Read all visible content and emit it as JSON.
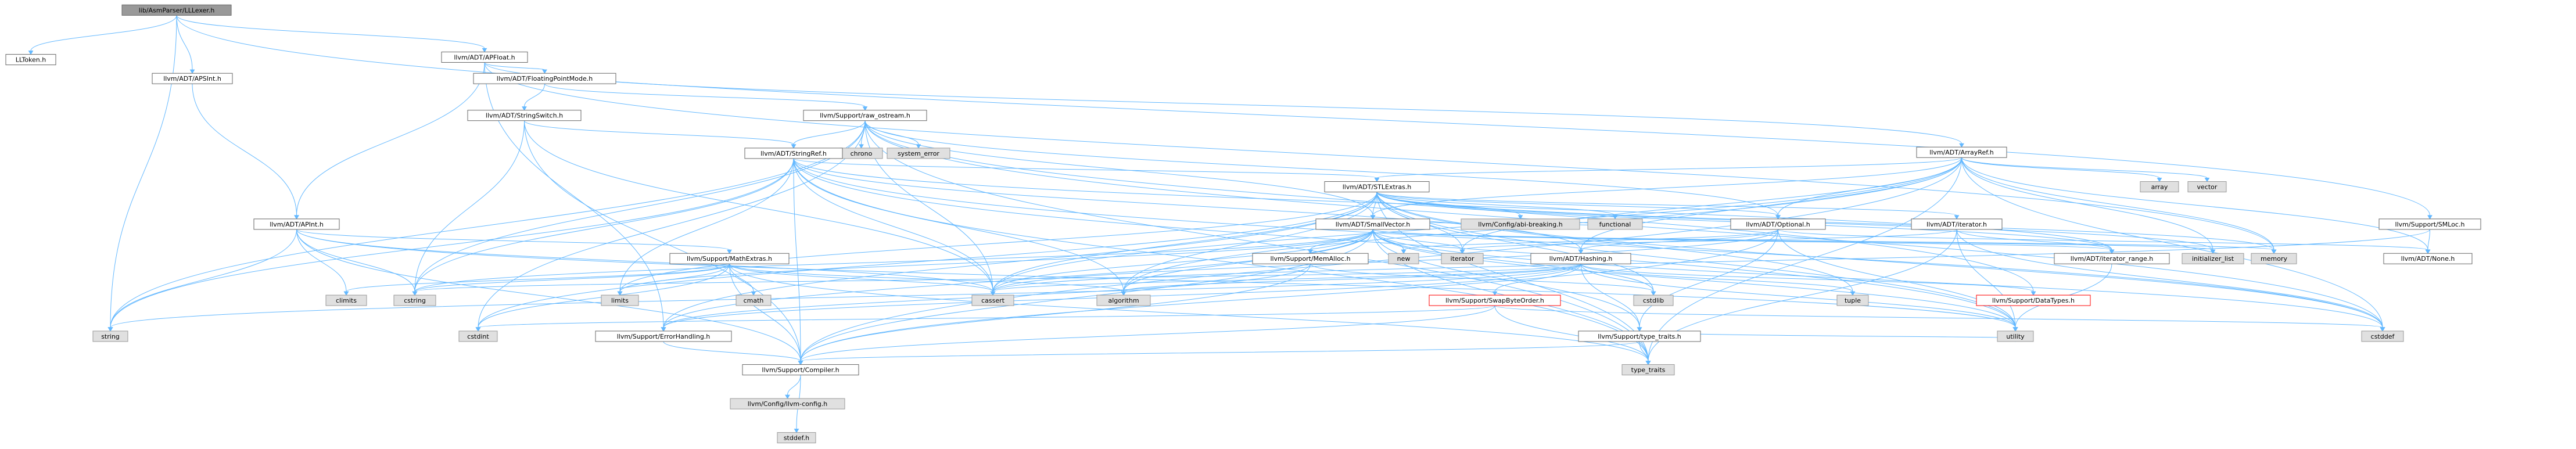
{
  "colors": {
    "edge": "#63b8ff",
    "root_fill": "#999999",
    "root_stroke": "#666666",
    "node_fill": "#ffffff",
    "node_stroke": "#666666",
    "sys_fill": "#e0e0e0",
    "sys_stroke": "#999999",
    "trunc_stroke": "#ff0000"
  },
  "nodes": [
    {
      "id": "root",
      "label": "lib/AsmParser/LLLexer.h",
      "kind": "root"
    },
    {
      "id": "lltoken",
      "label": "LLToken.h",
      "kind": "normal"
    },
    {
      "id": "apsint",
      "label": "llvm/ADT/APSInt.h",
      "kind": "normal"
    },
    {
      "id": "apfloat",
      "label": "llvm/ADT/APFloat.h",
      "kind": "normal"
    },
    {
      "id": "fpmode",
      "label": "llvm/ADT/FloatingPointMode.h",
      "kind": "normal"
    },
    {
      "id": "strswitch",
      "label": "llvm/ADT/StringSwitch.h",
      "kind": "normal"
    },
    {
      "id": "rawos",
      "label": "llvm/Support/raw_ostream.h",
      "kind": "normal"
    },
    {
      "id": "chrono",
      "label": "chrono",
      "kind": "sys"
    },
    {
      "id": "syserr",
      "label": "system_error",
      "kind": "sys"
    },
    {
      "id": "stringref",
      "label": "llvm/ADT/StringRef.h",
      "kind": "normal"
    },
    {
      "id": "arrayref",
      "label": "llvm/ADT/ArrayRef.h",
      "kind": "normal"
    },
    {
      "id": "array",
      "label": "array",
      "kind": "sys"
    },
    {
      "id": "vector",
      "label": "vector",
      "kind": "sys"
    },
    {
      "id": "apint",
      "label": "llvm/ADT/APInt.h",
      "kind": "normal"
    },
    {
      "id": "stlextras",
      "label": "llvm/ADT/STLExtras.h",
      "kind": "normal"
    },
    {
      "id": "abibreak",
      "label": "llvm/Config/abi-breaking.h",
      "kind": "sys"
    },
    {
      "id": "functional",
      "label": "functional",
      "kind": "sys"
    },
    {
      "id": "smallvector",
      "label": "llvm/ADT/SmallVector.h",
      "kind": "normal"
    },
    {
      "id": "optional",
      "label": "llvm/ADT/Optional.h",
      "kind": "normal"
    },
    {
      "id": "iteratorh",
      "label": "llvm/ADT/iterator.h",
      "kind": "normal"
    },
    {
      "id": "smloc",
      "label": "llvm/Support/SMLoc.h",
      "kind": "normal"
    },
    {
      "id": "mathextras",
      "label": "llvm/Support/MathExtras.h",
      "kind": "normal"
    },
    {
      "id": "memalloc",
      "label": "llvm/Support/MemAlloc.h",
      "kind": "normal"
    },
    {
      "id": "hashing",
      "label": "llvm/ADT/Hashing.h",
      "kind": "normal"
    },
    {
      "id": "iterrange",
      "label": "llvm/ADT/iterator_range.h",
      "kind": "normal"
    },
    {
      "id": "none",
      "label": "llvm/ADT/None.h",
      "kind": "normal"
    },
    {
      "id": "climits",
      "label": "climits",
      "kind": "sys"
    },
    {
      "id": "cstring",
      "label": "cstring",
      "kind": "sys"
    },
    {
      "id": "new",
      "label": "new",
      "kind": "sys"
    },
    {
      "id": "iterator",
      "label": "iterator",
      "kind": "sys"
    },
    {
      "id": "initlist",
      "label": "initializer_list",
      "kind": "sys"
    },
    {
      "id": "memory",
      "label": "memory",
      "kind": "sys"
    },
    {
      "id": "limits",
      "label": "limits",
      "kind": "sys"
    },
    {
      "id": "cmath",
      "label": "cmath",
      "kind": "sys"
    },
    {
      "id": "cassert",
      "label": "cassert",
      "kind": "sys"
    },
    {
      "id": "algorithm",
      "label": "algorithm",
      "kind": "sys"
    },
    {
      "id": "cstdlib",
      "label": "cstdlib",
      "kind": "sys"
    },
    {
      "id": "tuple",
      "label": "tuple",
      "kind": "sys"
    },
    {
      "id": "errhandling",
      "label": "llvm/Support/ErrorHandling.h",
      "kind": "normal"
    },
    {
      "id": "swapbyte",
      "label": "llvm/Support/SwapByteOrder.h",
      "kind": "trunc"
    },
    {
      "id": "typetraits",
      "label": "llvm/Support/type_traits.h",
      "kind": "normal"
    },
    {
      "id": "datatypes",
      "label": "llvm/Support/DataTypes.h",
      "kind": "trunc"
    },
    {
      "id": "string",
      "label": "string",
      "kind": "sys"
    },
    {
      "id": "cstdint",
      "label": "cstdint",
      "kind": "sys"
    },
    {
      "id": "compiler",
      "label": "llvm/Support/Compiler.h",
      "kind": "normal"
    },
    {
      "id": "typetraitsstd",
      "label": "type_traits",
      "kind": "sys"
    },
    {
      "id": "utility",
      "label": "utility",
      "kind": "sys"
    },
    {
      "id": "cstddef",
      "label": "cstddef",
      "kind": "sys"
    },
    {
      "id": "llvmconfig",
      "label": "llvm/Config/llvm-config.h",
      "kind": "sys"
    },
    {
      "id": "stddef",
      "label": "stddef.h",
      "kind": "sys"
    }
  ],
  "edges": [
    [
      "root",
      "lltoken"
    ],
    [
      "root",
      "apsint"
    ],
    [
      "root",
      "apfloat"
    ],
    [
      "root",
      "smloc"
    ],
    [
      "root",
      "string"
    ],
    [
      "apsint",
      "apint"
    ],
    [
      "apfloat",
      "apint"
    ],
    [
      "apfloat",
      "fpmode"
    ],
    [
      "apfloat",
      "arrayref"
    ],
    [
      "apfloat",
      "errhandling"
    ],
    [
      "apfloat",
      "memory"
    ],
    [
      "fpmode",
      "strswitch"
    ],
    [
      "fpmode",
      "rawos"
    ],
    [
      "strswitch",
      "stringref"
    ],
    [
      "strswitch",
      "compiler"
    ],
    [
      "strswitch",
      "cassert"
    ],
    [
      "strswitch",
      "cstring"
    ],
    [
      "rawos",
      "stringref"
    ],
    [
      "rawos",
      "datatypes"
    ],
    [
      "rawos",
      "cassert"
    ],
    [
      "rawos",
      "chrono"
    ],
    [
      "rawos",
      "cstddef"
    ],
    [
      "rawos",
      "cstdint"
    ],
    [
      "rawos",
      "cstring"
    ],
    [
      "rawos",
      "string"
    ],
    [
      "rawos",
      "syserr"
    ],
    [
      "rawos",
      "typetraitsstd"
    ],
    [
      "rawos",
      "optional"
    ],
    [
      "rawos",
      "smallvector"
    ],
    [
      "stringref",
      "stlextras"
    ],
    [
      "stringref",
      "compiler"
    ],
    [
      "stringref",
      "algorithm"
    ],
    [
      "stringref",
      "cassert"
    ],
    [
      "stringref",
      "cstddef"
    ],
    [
      "stringref",
      "cstring"
    ],
    [
      "stringref",
      "limits"
    ],
    [
      "stringref",
      "string"
    ],
    [
      "stringref",
      "typetraitsstd"
    ],
    [
      "stringref",
      "utility"
    ],
    [
      "stringref",
      "iterrange"
    ],
    [
      "stringref",
      "hashing"
    ],
    [
      "arrayref",
      "hashing"
    ],
    [
      "arrayref",
      "none"
    ],
    [
      "arrayref",
      "smallvector"
    ],
    [
      "arrayref",
      "stlextras"
    ],
    [
      "arrayref",
      "compiler"
    ],
    [
      "arrayref",
      "algorithm"
    ],
    [
      "arrayref",
      "array"
    ],
    [
      "arrayref",
      "cassert"
    ],
    [
      "arrayref",
      "cstddef"
    ],
    [
      "arrayref",
      "initlist"
    ],
    [
      "arrayref",
      "iterator"
    ],
    [
      "arrayref",
      "memory"
    ],
    [
      "arrayref",
      "typetraitsstd"
    ],
    [
      "arrayref",
      "vector"
    ],
    [
      "arrayref",
      "optional"
    ],
    [
      "apint",
      "compiler"
    ],
    [
      "apint",
      "mathextras"
    ],
    [
      "apint",
      "cassert"
    ],
    [
      "apint",
      "climits"
    ],
    [
      "apint",
      "cstring"
    ],
    [
      "apint",
      "string"
    ],
    [
      "apint",
      "utility"
    ],
    [
      "stlextras",
      "optional"
    ],
    [
      "stlextras",
      "iteratorh"
    ],
    [
      "stlextras",
      "iterrange"
    ],
    [
      "stlextras",
      "abibreak"
    ],
    [
      "stlextras",
      "errhandling"
    ],
    [
      "stlextras",
      "algorithm"
    ],
    [
      "stlextras",
      "cassert"
    ],
    [
      "stlextras",
      "cstddef"
    ],
    [
      "stlextras",
      "cstdint"
    ],
    [
      "stlextras",
      "cstdlib"
    ],
    [
      "stlextras",
      "functional"
    ],
    [
      "stlextras",
      "initlist"
    ],
    [
      "stlextras",
      "iterator"
    ],
    [
      "stlextras",
      "limits"
    ],
    [
      "stlextras",
      "memory"
    ],
    [
      "stlextras",
      "tuple"
    ],
    [
      "stlextras",
      "typetraitsstd"
    ],
    [
      "stlextras",
      "utility"
    ],
    [
      "stlextras",
      "smallvector"
    ],
    [
      "smallvector",
      "compiler"
    ],
    [
      "smallvector",
      "memalloc"
    ],
    [
      "smallvector",
      "typetraits"
    ],
    [
      "smallvector",
      "algorithm"
    ],
    [
      "smallvector",
      "cassert"
    ],
    [
      "smallvector",
      "cstddef"
    ],
    [
      "smallvector",
      "cstdlib"
    ],
    [
      "smallvector",
      "cstring"
    ],
    [
      "smallvector",
      "functional"
    ],
    [
      "smallvector",
      "initlist"
    ],
    [
      "smallvector",
      "iterator"
    ],
    [
      "smallvector",
      "limits"
    ],
    [
      "smallvector",
      "memory"
    ],
    [
      "smallvector",
      "new"
    ],
    [
      "smallvector",
      "typetraitsstd"
    ],
    [
      "smallvector",
      "utility"
    ],
    [
      "smallvector",
      "errhandling"
    ],
    [
      "smallvector",
      "iterrange"
    ],
    [
      "optional",
      "hashing"
    ],
    [
      "optional",
      "none"
    ],
    [
      "optional",
      "compiler"
    ],
    [
      "optional",
      "typetraits"
    ],
    [
      "optional",
      "cassert"
    ],
    [
      "optional",
      "new"
    ],
    [
      "optional",
      "utility"
    ],
    [
      "iteratorh",
      "iterrange"
    ],
    [
      "iteratorh",
      "cstddef"
    ],
    [
      "iteratorh",
      "iterator"
    ],
    [
      "iteratorh",
      "typetraitsstd"
    ],
    [
      "iteratorh",
      "utility"
    ],
    [
      "smloc",
      "none"
    ],
    [
      "smloc",
      "cassert"
    ],
    [
      "mathextras",
      "compiler"
    ],
    [
      "mathextras",
      "algorithm"
    ],
    [
      "mathextras",
      "cassert"
    ],
    [
      "mathextras",
      "climits"
    ],
    [
      "mathextras",
      "cmath"
    ],
    [
      "mathextras",
      "cstdint"
    ],
    [
      "mathextras",
      "cstring"
    ],
    [
      "mathextras",
      "limits"
    ],
    [
      "mathextras",
      "typetraitsstd"
    ],
    [
      "memalloc",
      "compiler"
    ],
    [
      "memalloc",
      "errhandling"
    ],
    [
      "memalloc",
      "cstdlib"
    ],
    [
      "hashing",
      "errhandling"
    ],
    [
      "hashing",
      "swapbyte"
    ],
    [
      "hashing",
      "typetraits"
    ],
    [
      "hashing",
      "algorithm"
    ],
    [
      "hashing",
      "cassert"
    ],
    [
      "hashing",
      "cstring"
    ],
    [
      "hashing",
      "string"
    ],
    [
      "hashing",
      "tuple"
    ],
    [
      "hashing",
      "utility"
    ],
    [
      "hashing",
      "datatypes"
    ],
    [
      "iterrange",
      "utility"
    ],
    [
      "errhandling",
      "compiler"
    ],
    [
      "swapbyte",
      "compiler"
    ],
    [
      "swapbyte",
      "cstddef"
    ],
    [
      "swapbyte",
      "cstdint"
    ],
    [
      "swapbyte",
      "typetraitsstd"
    ],
    [
      "typetraits",
      "compiler"
    ],
    [
      "typetraits",
      "typetraitsstd"
    ],
    [
      "typetraits",
      "utility"
    ],
    [
      "compiler",
      "llvmconfig"
    ],
    [
      "compiler",
      "stddef"
    ]
  ]
}
